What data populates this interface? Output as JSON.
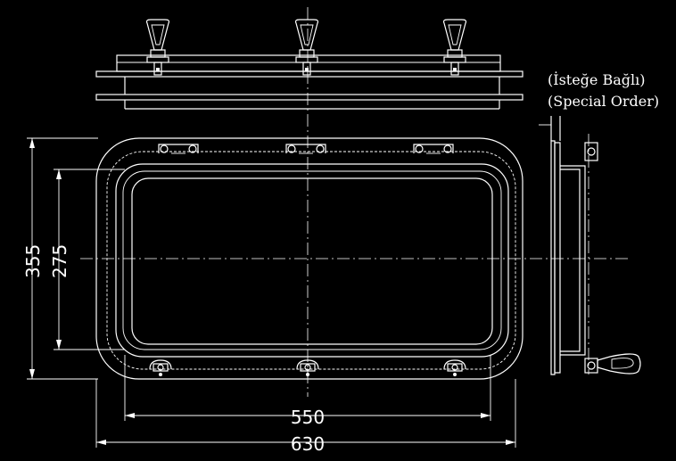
{
  "dimensions": {
    "height_outer": "355",
    "height_inner": "275",
    "width_inner": "550",
    "width_outer": "630"
  },
  "note": {
    "line1": "(İsteğe Bağlı)",
    "line2": "(Special Order)"
  },
  "colors": {
    "background": "#000000",
    "lines": "#ffffff"
  }
}
